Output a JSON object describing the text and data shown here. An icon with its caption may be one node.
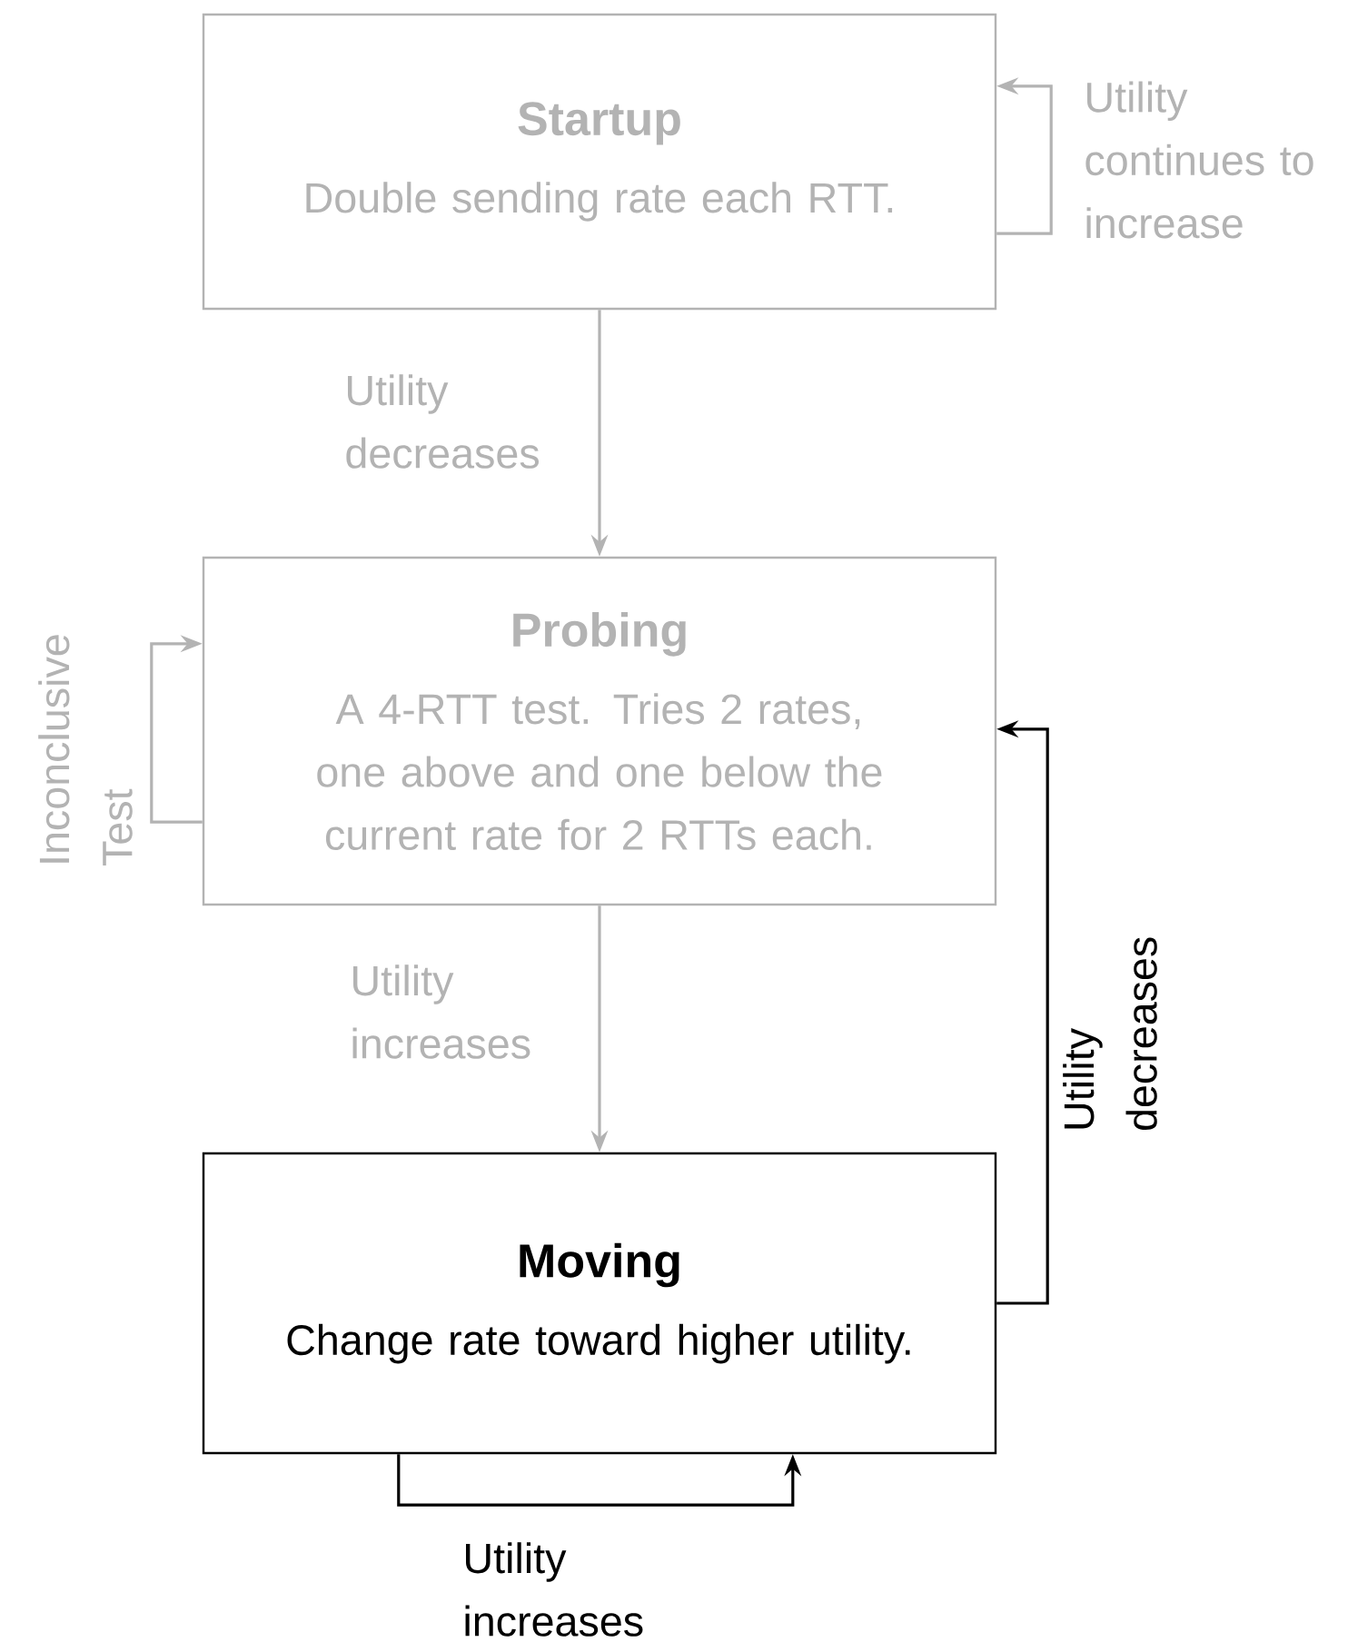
{
  "diagram": {
    "nodes": [
      {
        "text": [
          "Startup",
          "Double sending rate each RTT."
        ]
      },
      {
        "text": [
          "Probing",
          "A 4-RTT test. Tries 2 rates, one above and one below the current rate for 2 RTTs each."
        ]
      },
      {
        "text": [
          "Moving",
          "Change rate toward higher utility."
        ]
      }
    ],
    "edges": [
      {
        "from": 0,
        "to": 0,
        "arrow": "to",
        "label": "Utility continues to increase"
      },
      {
        "from": 0,
        "to": 1,
        "arrow": "to",
        "label": "Utility decreases"
      },
      {
        "from": 1,
        "to": 1,
        "arrow": "to",
        "label": "Inconclusive Test"
      },
      {
        "from": 1,
        "to": 2,
        "arrow": "to",
        "label": "Utility increases"
      },
      {
        "from": 2,
        "to": 1,
        "arrow": "to",
        "label": "Utility decreases",
        "color": "#000000"
      },
      {
        "from": 2,
        "to": 2,
        "arrow": "to",
        "label": "Utility increases",
        "color": "#000000"
      }
    ]
  }
}
